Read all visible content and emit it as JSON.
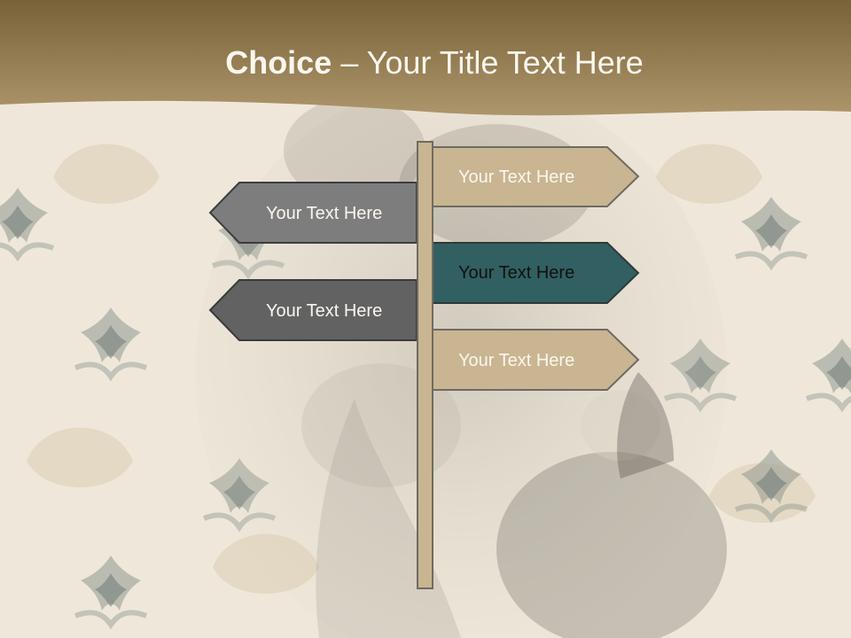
{
  "slide": {
    "title_bold": "Choice",
    "title_rest": " – Your Title Text Here",
    "colors": {
      "banner_dark": "#7a6238",
      "banner_light": "#a58c63",
      "background": "#efe8da",
      "post": "#c9b590",
      "sign_tan": "#c9b591",
      "sign_gray": "#7d7d7d",
      "sign_dark_gray": "#626262",
      "sign_teal": "#325f61",
      "sign_border": "#4a4a48"
    }
  },
  "signs": [
    {
      "label": "Your Text Here",
      "direction": "right",
      "color": "tan"
    },
    {
      "label": "Your Text Here",
      "direction": "left",
      "color": "gray"
    },
    {
      "label": "Your Text Here",
      "direction": "right",
      "color": "teal"
    },
    {
      "label": "Your Text Here",
      "direction": "left",
      "color": "dark-gray"
    },
    {
      "label": "Your Text Here",
      "direction": "right",
      "color": "tan"
    }
  ]
}
